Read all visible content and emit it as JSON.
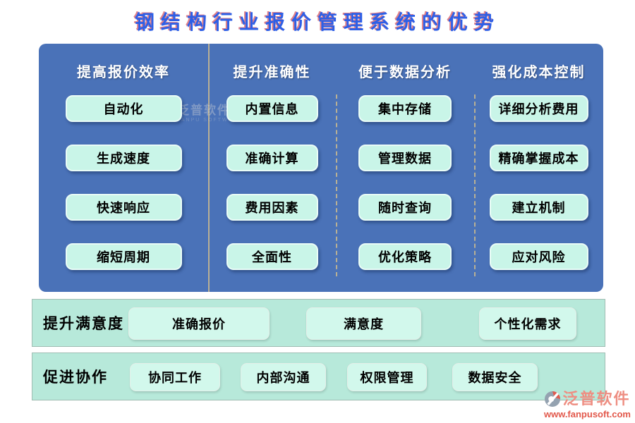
{
  "title": "钢结构行业报价管理系统的优势",
  "panel": {
    "columns": [
      {
        "header": "提高报价效率",
        "items": [
          "自动化",
          "生成速度",
          "快速响应",
          "缩短周期"
        ]
      },
      {
        "header": "提升准确性",
        "items": [
          "内置信息",
          "准确计算",
          "费用因素",
          "全面性"
        ]
      },
      {
        "header": "便于数据分析",
        "items": [
          "集中存储",
          "管理数据",
          "随时查询",
          "优化策略"
        ]
      },
      {
        "header": "强化成本控制",
        "items": [
          "详细分析费用",
          "精确掌握成本",
          "建立机制",
          "应对风险"
        ]
      }
    ]
  },
  "bands": [
    {
      "label": "提升满意度",
      "items": [
        "准确报价",
        "满意度",
        "个性化需求"
      ]
    },
    {
      "label": "促进协作",
      "items": [
        "协同工作",
        "内部沟通",
        "权限管理",
        "数据安全"
      ]
    }
  ],
  "watermark": {
    "brand": "泛普软件",
    "subtext": "FANPU SOFTWARE"
  },
  "footer": {
    "brand": "泛普软件",
    "url": "www.fanpusoft.com"
  },
  "colors": {
    "title_blue": "#2e5fe6",
    "title_red_shadow": "#d64d57",
    "panel_blue": "#4a72b8",
    "button_mint": "#c9f5e8",
    "band_mint": "#b7e9da",
    "band_button_mint": "#d2f8ec",
    "brand_red": "#ee8e82",
    "url_red": "#e2574a"
  }
}
